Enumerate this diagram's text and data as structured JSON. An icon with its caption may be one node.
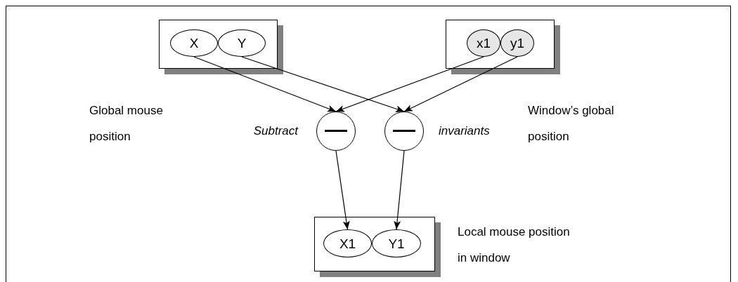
{
  "diagram": {
    "nodes": [
      {
        "text": [],
        "shape": "box",
        "beside": [
          "Global mouse position"
        ]
      },
      {
        "text": [
          "X"
        ],
        "in": 0
      },
      {
        "text": [
          "Y"
        ],
        "in": 0
      },
      {
        "text": [],
        "shape": "box",
        "beside": [
          "Window’s global position"
        ]
      },
      {
        "text": [
          "x1"
        ],
        "in": 3
      },
      {
        "text": [
          "y1"
        ],
        "in": 3
      },
      {
        "text": [],
        "shape": "circle"
      },
      {
        "text": [],
        "shape": "circle"
      },
      {
        "text": [],
        "shape": "box",
        "beside": [
          "Local mouse position in window"
        ]
      },
      {
        "text": [
          "X1"
        ],
        "in": 8
      },
      {
        "text": [
          "Y1"
        ],
        "in": 8
      }
    ],
    "edges": [
      {
        "from": 1,
        "to": 6,
        "arrow": "to"
      },
      {
        "from": 2,
        "to": 7,
        "arrow": "to"
      },
      {
        "from": 4,
        "to": 6,
        "arrow": "to"
      },
      {
        "from": 5,
        "to": 7,
        "arrow": "to"
      },
      {
        "from": 6,
        "to": 9,
        "arrow": "to"
      },
      {
        "from": 7,
        "to": 10,
        "arrow": "to"
      }
    ],
    "labels": [
      "Subtract",
      "invariants"
    ]
  }
}
